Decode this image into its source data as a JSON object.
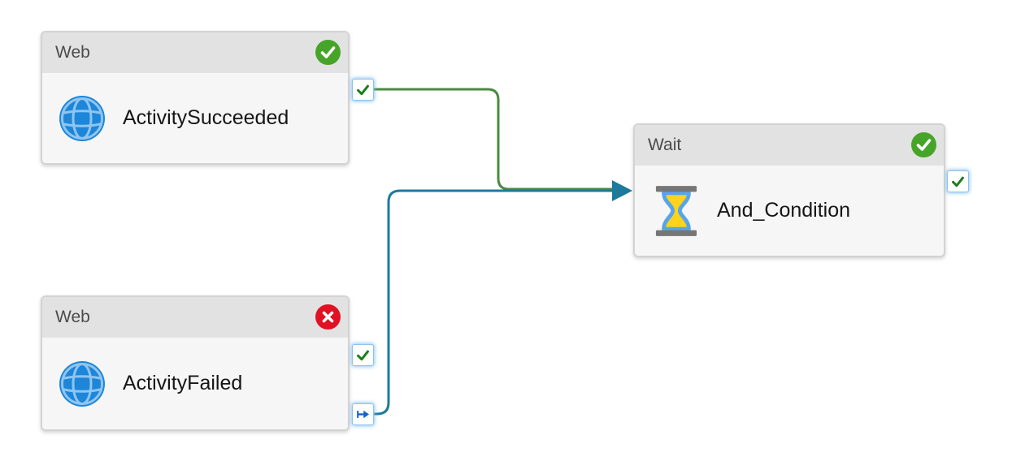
{
  "nodes": [
    {
      "id": "activity-succeeded",
      "type_label": "Web",
      "name": "ActivitySucceeded",
      "status": "succeeded",
      "icon": "web-globe-icon",
      "badge_icon": "check-icon",
      "ports": [
        "success"
      ]
    },
    {
      "id": "activity-failed",
      "type_label": "Web",
      "name": "ActivityFailed",
      "status": "failed",
      "icon": "web-globe-icon",
      "badge_icon": "x-icon",
      "ports": [
        "success",
        "completion"
      ]
    },
    {
      "id": "and-condition",
      "type_label": "Wait",
      "name": "And_Condition",
      "status": "succeeded",
      "icon": "hourglass-icon",
      "badge_icon": "check-icon",
      "ports": [
        "success"
      ]
    }
  ],
  "connectors": [
    {
      "from": "ActivitySucceeded",
      "from_port": "success",
      "to": "And_Condition",
      "color": "#4a8b3f"
    },
    {
      "from": "ActivityFailed",
      "from_port": "completion",
      "to": "And_Condition",
      "color": "#1d7a9c"
    }
  ],
  "colors": {
    "canvas_bg": "#ffffff",
    "node_header_bg": "#e2e2e2",
    "node_body_bg": "#f6f6f6",
    "node_border": "#d3d3d3",
    "badge_success": "#46a528",
    "badge_failed": "#e11123",
    "badge_glyph": "#ffffff",
    "port_check": "#1b7e1b",
    "port_arrow": "#1464c4",
    "globe_fill": "#1d86d9",
    "globe_lines": "#8fc5f0",
    "hourglass_caps": "#767676",
    "hourglass_glass": "#56a5e9",
    "hourglass_sand": "#ffd21b"
  }
}
